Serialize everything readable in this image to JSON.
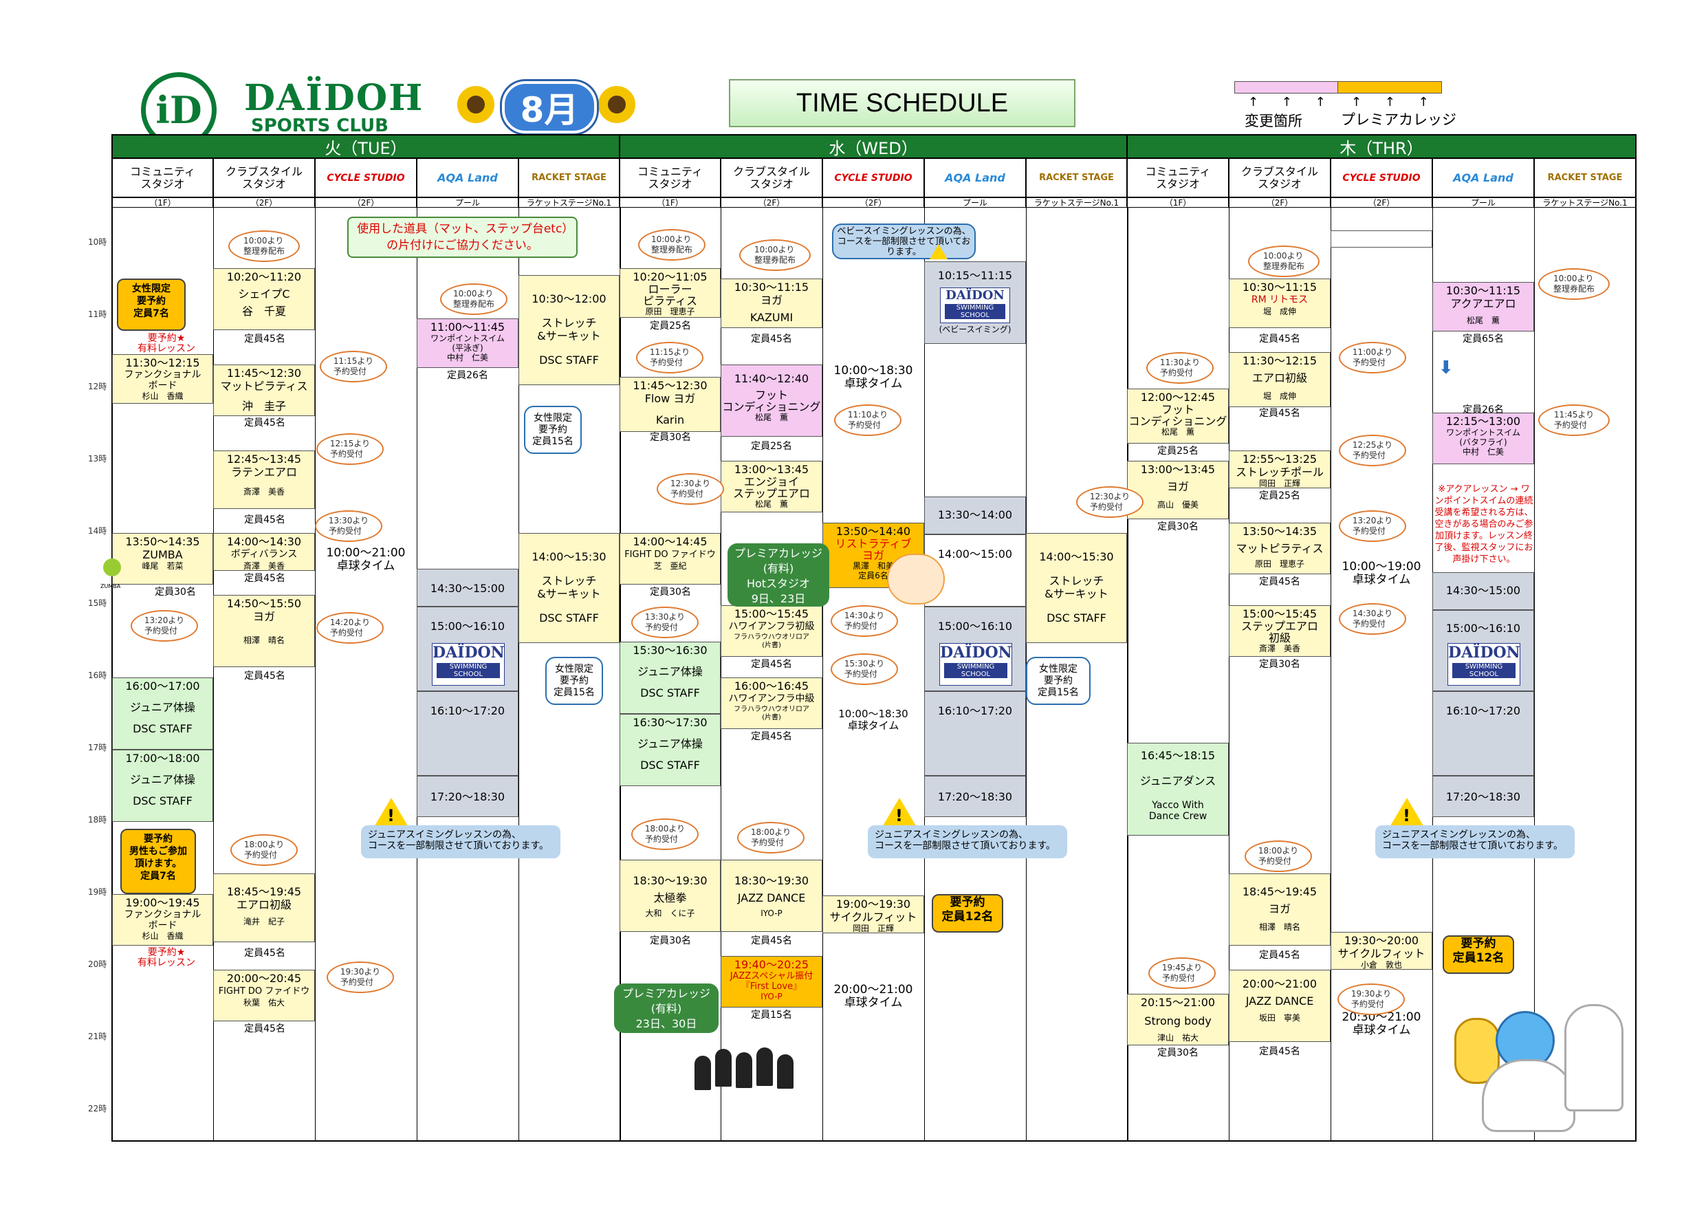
{
  "header": {
    "brand": "DAÏDOH",
    "brand_sub": "SPORTS CLUB",
    "month": "8月",
    "title": "TIME SCHEDULE",
    "legend_changed": "変更箇所",
    "legend_premier": "プレミアカレッジ",
    "legend_arrows": "↑ ↑ ↑",
    "colors": {
      "changed": "#f5c9f0",
      "premier": "#ffc000",
      "day_header": "#1a7a2e"
    }
  },
  "days": [
    "火（TUE）",
    "水（WED）",
    "木（THR）"
  ],
  "studios": [
    {
      "name": "コミュニティ\nスタジオ",
      "floor": "（1F）"
    },
    {
      "name": "クラブスタイル\nスタジオ",
      "floor": "（2F）"
    },
    {
      "name": "CYCLE STUDIO",
      "floor": "（2F）"
    },
    {
      "name": "AQA Land",
      "floor": "プール"
    },
    {
      "name": "RACKET STAGE",
      "floor": "ラケットステージNo.1"
    }
  ],
  "hours": [
    "10時",
    "11時",
    "12時",
    "13時",
    "14時",
    "15時",
    "16時",
    "17時",
    "18時",
    "19時",
    "20時",
    "21時",
    "22時"
  ],
  "tue": {
    "notice": "使用した道具（マット、ステップ台etc）の片付けにご協力ください。",
    "b1": {
      "time": "11:30～12:15",
      "name": "ファンクショナル\nボード",
      "inst": "杉山　香織"
    },
    "b1_pre": "要予約★\n有料レッスン",
    "b1_tag": "女性限定\n要予約\n定員7名",
    "b2": {
      "time": "13:50～14:35",
      "name": "ZUMBA",
      "inst": "峰尾　若菜",
      "cap": "定員30名"
    },
    "b3": {
      "time": "16:00～17:00",
      "name": "ジュニア体操",
      "inst": "DSC STAFF"
    },
    "b4": {
      "time": "17:00～18:00",
      "name": "ジュニア体操",
      "inst": "DSC STAFF"
    },
    "b5": {
      "time": "19:00～19:45",
      "name": "ファンクショナル\nボード",
      "inst": "杉山　香織"
    },
    "b5_post": "要予約★\n有料レッスン",
    "b5_tag": "要予約\n男性もご参加\n頂けます。\n定員7名",
    "c1": {
      "time": "10:20～11:20",
      "name": "シェイプC",
      "inst": "谷　千夏",
      "cap": "定員45名"
    },
    "c2": {
      "time": "11:45～12:30",
      "name": "マットピラティス",
      "inst": "沖　圭子",
      "cap": "定員45名"
    },
    "c3": {
      "time": "12:45～13:45",
      "name": "ラテンエアロ",
      "inst": "斎澤　美香",
      "cap": "定員45名"
    },
    "c4": {
      "time": "14:00～14:30",
      "name": "ボディバランス",
      "inst": "斎澤　美香",
      "cap": "定員45名"
    },
    "c5": {
      "time": "14:50～15:50",
      "name": "ヨガ",
      "inst": "相澤　晴名",
      "cap": "定員45名"
    },
    "c6": {
      "time": "18:45～19:45",
      "name": "エアロ初級",
      "inst": "滝井　紀子",
      "cap": "定員45名"
    },
    "c7": {
      "time": "20:00～20:45",
      "name": "FIGHT DO ファイドウ",
      "inst": "秋葉　佑大",
      "cap": "定員45名"
    },
    "cy1": {
      "time": "10:00～21:00",
      "name": "卓球タイム"
    },
    "a1": {
      "time": "11:00～11:45",
      "name": "ワンポイントスイム\n(平泳ぎ)",
      "inst": "中村　仁美",
      "cap": "定員26名"
    },
    "a2": "14:30～15:00",
    "a3": "15:00～16:10",
    "a4": "16:10～17:20",
    "a5": "17:20～18:30",
    "r1": {
      "time": "10:30～12:00",
      "name": "ストレッチ\n&サーキット",
      "inst": "DSC STAFF"
    },
    "r1_tag": "女性限定\n要予約\n定員15名",
    "r2": {
      "time": "14:00～15:30",
      "name": "ストレッチ\n&サーキット",
      "inst": "DSC STAFF"
    },
    "r2_tag": "女性限定\n要予約\n定員15名",
    "ov": [
      "10:00より\n整理券配布",
      "11:15より\n予約受付",
      "12:15より\n予約受付",
      "13:30より\n予約受付",
      "14:20より\n予約受付",
      "13:20より\n予約受付",
      "18:00より\n予約受付",
      "19:30より\n予約受付",
      "10:00より\n整理券配布"
    ],
    "pool_note": "ジュニアスイミングレッスンの為、\nコースを一部制限させて頂いております。"
  },
  "wed": {
    "b1": {
      "time": "10:20～11:05",
      "name": "ローラー\nピラティス",
      "inst": "原田　理恵子",
      "cap": "定員25名"
    },
    "b2": {
      "time": "11:45～12:30",
      "name": "Flow ヨガ",
      "inst": "Karin",
      "cap": "定員30名"
    },
    "b3": {
      "time": "14:00～14:45",
      "name": "FIGHT DO ファイドウ",
      "inst": "芝　亜紀",
      "cap": "定員30名"
    },
    "b4": {
      "time": "15:30～16:30",
      "name": "ジュニア体操",
      "inst": "DSC STAFF"
    },
    "b5": {
      "time": "16:30～17:30",
      "name": "ジュニア体操",
      "inst": "DSC STAFF"
    },
    "b6": {
      "time": "18:30～19:30",
      "name": "太極拳",
      "inst": "大和　くに子",
      "cap": "定員30名"
    },
    "c1": {
      "time": "10:30～11:15",
      "name": "ヨガ",
      "inst": "KAZUMI",
      "cap": "定員45名"
    },
    "c2": {
      "time": "11:40～12:40",
      "name": "フット\nコンディショニング",
      "inst": "松尾　薫",
      "cap": "定員25名"
    },
    "c3": {
      "time": "13:00～13:45",
      "name": "エンジョイ\nステップエアロ",
      "inst": "松尾　薫"
    },
    "c4": {
      "time": "15:00～15:45",
      "name": "ハワイアンフラ初級",
      "sub": "フラハラウハウオリロア\n(片書)",
      "cap": "定員45名"
    },
    "c5": {
      "time": "16:00～16:45",
      "name": "ハワイアンフラ中級",
      "sub": "フラハラウハウオリロア\n(片書)",
      "cap": "定員45名"
    },
    "c6": {
      "time": "18:30～19:30",
      "name": "JAZZ DANCE",
      "inst": "IYO-P",
      "cap": "定員45名"
    },
    "c7": {
      "time": "19:40～20:25",
      "name": "JAZZスペシャル振付\n『First Love』",
      "inst": "IYO-P",
      "cap": "定員15名"
    },
    "cy1": {
      "time": "10:00～18:30",
      "name": "卓球タイム"
    },
    "cy2": {
      "time": "13:50～14:40",
      "name": "リストラティブ\nヨガ",
      "inst": "黒澤　和美",
      "cap": "定員6名"
    },
    "cy3": {
      "time": "10:00～18:30",
      "name": "卓球タイム"
    },
    "cy4": {
      "time": "19:00～19:30",
      "name": "サイクルフィット",
      "inst": "岡田　正輝"
    },
    "cy5": {
      "time": "20:00～21:00",
      "name": "卓球タイム"
    },
    "a0": "ベビースイミングレッスンの為、コースを一部制限させて頂いております。",
    "a1": {
      "time": "10:15～11:15",
      "name": "(ベビースイミング)"
    },
    "a2": "13:30～14:00",
    "a3": "14:00～15:00",
    "a4": "15:00～16:10",
    "a5": "16:10～17:20",
    "a6": "17:20～18:30",
    "r1": {
      "time": "14:00～15:30",
      "name": "ストレッチ\n&サーキット",
      "inst": "DSC STAFF"
    },
    "r1_tag": "女性限定\n要予約\n定員15名",
    "cy4_tag": "要予約\n定員12名",
    "premier1": "プレミアカレッジ\n(有料)\nHotスタジオ\n9日、23日",
    "premier2": "プレミアカレッジ\n(有料)\n23日、30日",
    "ov": [
      "10:00より\n整理券配布",
      "10:00より\n整理券配布",
      "11:15より\n予約受付",
      "11:10より\n予約受付",
      "12:30より\n予約受付",
      "13:30より\n予約受付",
      "14:30より\n予約受付",
      "15:30より\n予約受付",
      "18:00より\n予約受付",
      "18:00より\n予約受付"
    ],
    "pool_note": "ジュニアスイミングレッスンの為、\nコースを一部制限させて頂いております。"
  },
  "thu": {
    "b1": {
      "time": "12:00～12:45",
      "name": "フット\nコンディショニング",
      "inst": "松尾　薫",
      "cap": "定員25名"
    },
    "b2": {
      "time": "13:00～13:45",
      "name": "ヨガ",
      "inst": "高山　優美",
      "cap": "定員30名"
    },
    "b3": {
      "time": "16:45～18:15",
      "name": "ジュニアダンス",
      "inst": "Yacco With\nDance Crew"
    },
    "b4": {
      "time": "20:15～21:00",
      "name": "Strong body",
      "inst": "津山　祐大",
      "cap": "定員30名"
    },
    "c1": {
      "time": "10:30～11:15",
      "name": "RM リトモス",
      "inst": "堀　成伸",
      "cap": "定員45名"
    },
    "c2": {
      "time": "11:30～12:15",
      "name": "エアロ初級",
      "inst": "堀　成伸",
      "cap": "定員45名"
    },
    "c3": {
      "time": "12:55～13:25",
      "name": "ストレッチポール",
      "inst": "岡田　正輝",
      "cap": "定員25名"
    },
    "c4": {
      "time": "13:50～14:35",
      "name": "マットピラティス",
      "inst": "原田　理恵子",
      "cap": "定員45名"
    },
    "c5": {
      "time": "15:00～15:45",
      "name": "ステップエアロ\n初級",
      "inst": "斎澤　美香",
      "cap": "定員30名"
    },
    "c6": {
      "time": "18:45～19:45",
      "name": "ヨガ",
      "inst": "相澤　晴名",
      "cap": "定員45名"
    },
    "c7": {
      "time": "20:00～21:00",
      "name": "JAZZ DANCE",
      "inst": "坂田　寧美",
      "cap": "定員45名"
    },
    "cy1": {
      "time": "10:00～19:00",
      "name": "卓球タイム"
    },
    "cy2": {
      "time": "19:30～20:00",
      "name": "サイクルフィット",
      "inst": "小倉　敦也"
    },
    "cy3": {
      "time": "20:30～21:00",
      "name": "卓球タイム"
    },
    "cy2_tag": "要予約\n定員12名",
    "a1": {
      "time": "10:30～11:15",
      "name": "アクアエアロ",
      "inst": "松尾　薫",
      "cap": "定員65名"
    },
    "a2": {
      "time": "12:15～13:00",
      "name": "ワンポイントスイム\n(バタフライ)",
      "inst": "中村　仁美",
      "cap": "定員26名"
    },
    "a2_note": "※アクアレッスン → ワンポイントスイムの連続受講を希望される方は、空きがある場合のみご参加頂けます。レッスン終了後、監視スタッフにお声掛け下さい。",
    "a3": "14:30～15:00",
    "a4": "15:00～16:10",
    "a5": "16:10～17:20",
    "a6": "17:20～18:30",
    "ov": [
      "10:00より\n整理券配布",
      "11:30より\n予約受付",
      "11:00より\n予約受付",
      "12:25より\n予約受付",
      "12:30より\n予約受付",
      "13:20より\n予約受付",
      "14:30より\n予約受付",
      "18:00より\n予約受付",
      "19:45より\n予約受付",
      "19:30より\n予約受付",
      "10:00より\n整理券配布",
      "11:45より\n予約受付"
    ],
    "pool_note": "ジュニアスイミングレッスンの為、\nコースを一部制限させて頂いております。"
  },
  "misc": {
    "swim_school": "SWIMMING SCHOOL",
    "daidon": "DAÏDON",
    "zumba": "ZUMBA"
  }
}
